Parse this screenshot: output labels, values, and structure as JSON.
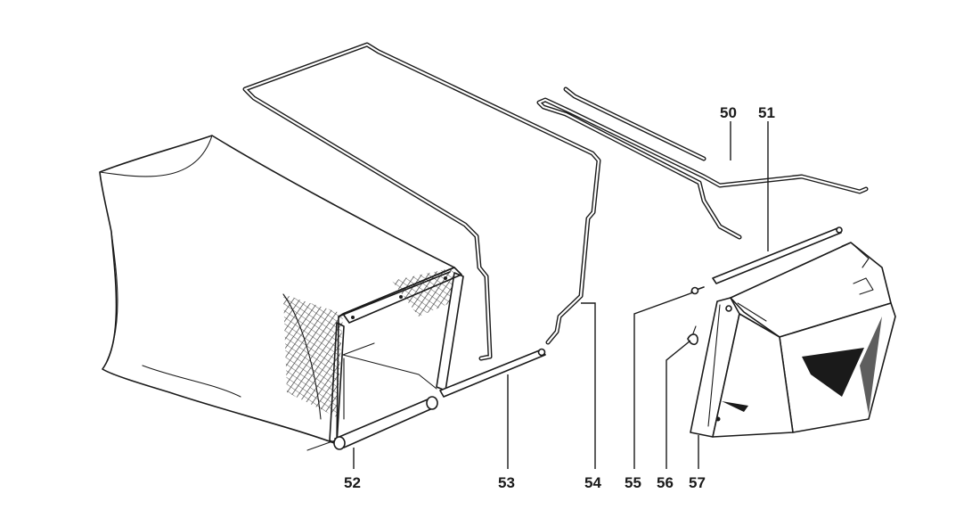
{
  "callouts": {
    "c50": "50",
    "c51": "51",
    "c52": "52",
    "c53": "53",
    "c54": "54",
    "c55": "55",
    "c56": "56",
    "c57": "57"
  }
}
